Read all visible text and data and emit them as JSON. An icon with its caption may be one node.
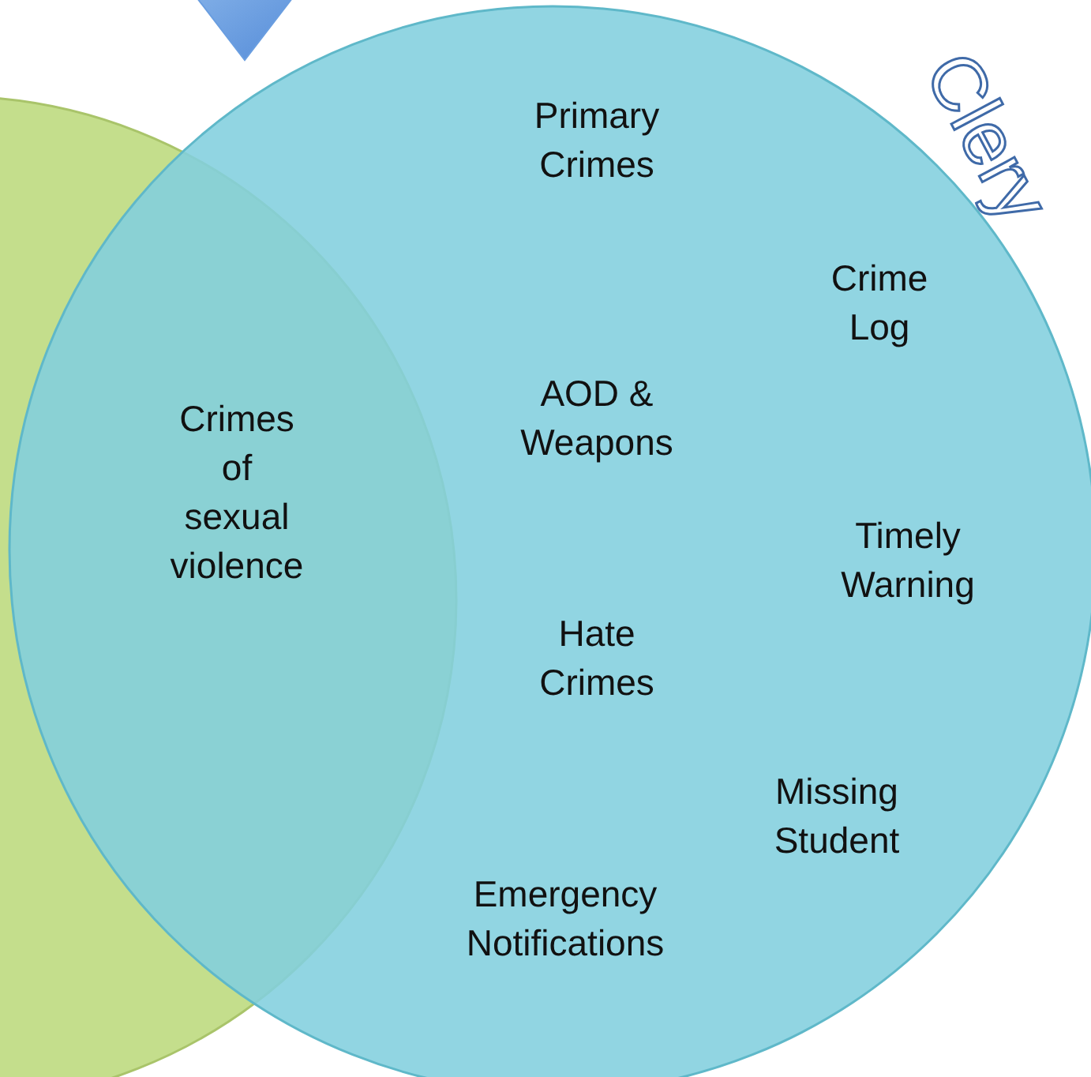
{
  "diagram": {
    "title": "Clery",
    "nodes": [
      {
        "text": [],
        "shape": "arrow"
      },
      {
        "text": [],
        "shape": "circle"
      },
      {
        "text": [
          "Primary Crimes",
          "Crime Log",
          "AOD & Weapons",
          "Timely Warning",
          "Hate Crimes",
          "Missing Student",
          "Emergency Notifications"
        ]
      }
    ],
    "labels": [
      "Crimes of sexual violence"
    ]
  }
}
